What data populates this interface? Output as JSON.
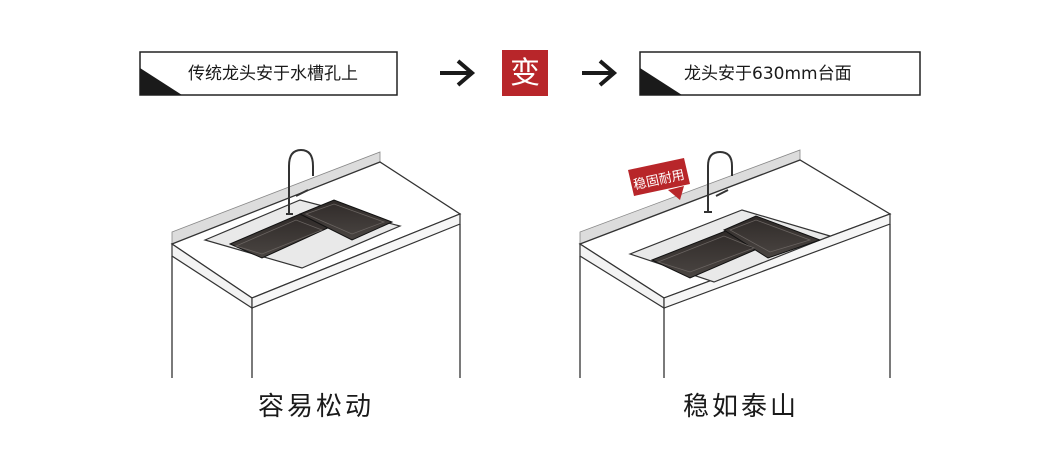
{
  "header": {
    "left_label": "传统龙头安于水槽孔上",
    "change_badge": "变",
    "right_label": "龙头安于630mm台面"
  },
  "left_scene": {
    "caption": "容易松动"
  },
  "right_scene": {
    "callout": "稳固耐用",
    "caption": "稳如泰山"
  },
  "colors": {
    "accent_red": "#b8262a",
    "sink_dark": "#3a3533",
    "backsplash_gray": "#dcdcdc",
    "outline": "#333333"
  }
}
